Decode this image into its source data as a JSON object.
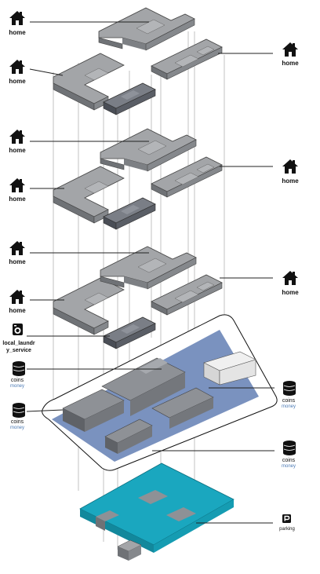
{
  "labels": {
    "home": "home",
    "laundry": "local_laundr\ny_service",
    "coins": "coins",
    "money": "money",
    "parking": "parking"
  },
  "colors": {
    "slab_top": "#a3a5a8",
    "slab_side": "#6f7276",
    "dark_unit": "#5a5e66",
    "blue_zone": "#6c86b8",
    "parking": "#1aa7bf",
    "money_text": "#4d7bb5",
    "line": "#222222",
    "guide": "#9a9a9a"
  },
  "icons": [
    "home-icon",
    "laundry-icon",
    "coins-icon",
    "parking-icon"
  ]
}
